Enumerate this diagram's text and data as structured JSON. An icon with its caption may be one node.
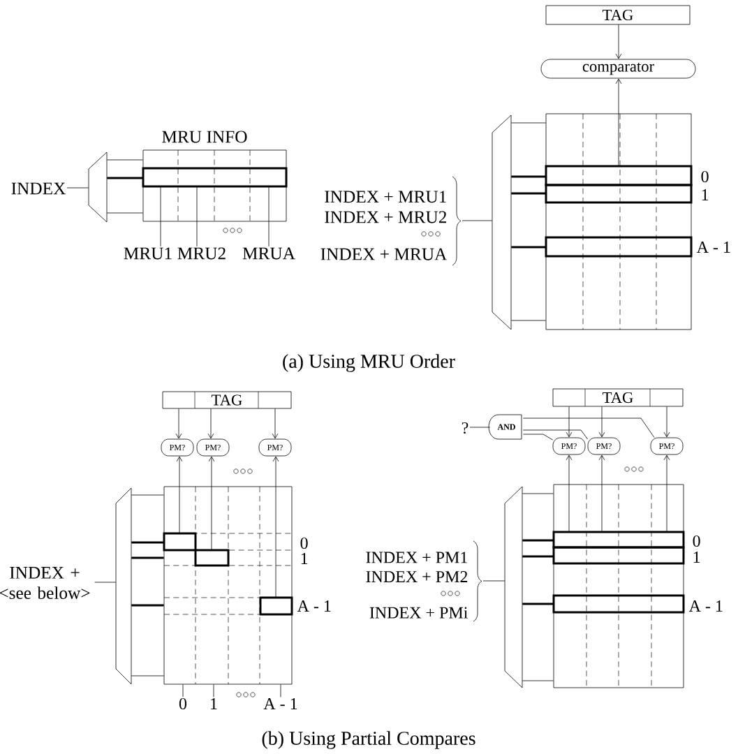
{
  "diagram": {
    "nodes": [
      {
        "text": [
          "INDEX"
        ]
      },
      {
        "text": [],
        "shape": "trapezoid"
      },
      {
        "text": [
          "MRU INFO"
        ]
      },
      {
        "text": [
          "MRU1"
        ]
      },
      {
        "text": [
          "MRU2"
        ]
      },
      {
        "text": [
          "MRUA"
        ]
      },
      {
        "text": [
          "TAG"
        ]
      },
      {
        "text": [
          "comparator"
        ]
      },
      {
        "text": [],
        "shape": "box",
        "beside": [
          "0",
          "1",
          "A - 1"
        ]
      },
      {
        "text": [],
        "shape": "trapezoid"
      },
      {
        "text": [
          "INDEX + MRU1",
          "INDEX + MRU2",
          "INDEX + MRUA"
        ]
      },
      {
        "text": [
          "TAG"
        ]
      },
      {
        "text": [
          "PM?"
        ]
      },
      {
        "text": [
          "PM?"
        ]
      },
      {
        "text": [
          "PM?"
        ]
      },
      {
        "text": [],
        "shape": "box",
        "beside": [
          "0",
          "1",
          "A - 1"
        ]
      },
      {
        "text": [],
        "shape": "trapezoid"
      },
      {
        "text": [
          "INDEX + <see below>"
        ]
      },
      {
        "text": [
          "0"
        ]
      },
      {
        "text": [
          "1"
        ]
      },
      {
        "text": [
          "A - 1"
        ]
      },
      {
        "text": [
          "?"
        ]
      },
      {
        "text": [
          "AND"
        ]
      },
      {
        "text": [
          "TAG"
        ]
      },
      {
        "text": [
          "PM?"
        ]
      },
      {
        "text": [
          "PM?"
        ]
      },
      {
        "text": [
          "PM?"
        ]
      },
      {
        "text": [],
        "shape": "box",
        "beside": [
          "0",
          "1",
          "A - 1"
        ]
      },
      {
        "text": [],
        "shape": "trapezoid"
      },
      {
        "text": [
          "INDEX + PM1",
          "INDEX + PM2",
          "INDEX + PMi"
        ]
      }
    ],
    "edges": [
      {
        "from": 0,
        "to": 1,
        "arrow": "none"
      },
      {
        "from": 1,
        "to": 2,
        "arrow": "none"
      },
      {
        "from": 1,
        "to": 2,
        "arrow": "none",
        "style": "thick"
      },
      {
        "from": 1,
        "to": 2,
        "arrow": "none"
      },
      {
        "from": 3,
        "to": 2,
        "arrow": "none"
      },
      {
        "from": 4,
        "to": 2,
        "arrow": "none"
      },
      {
        "from": 5,
        "to": 2,
        "arrow": "none"
      },
      {
        "from": 6,
        "to": 7,
        "arrow": "to"
      },
      {
        "from": 8,
        "to": 7,
        "arrow": "to"
      },
      {
        "from": 9,
        "to": 8,
        "arrow": "none"
      },
      {
        "from": 9,
        "to": 8,
        "arrow": "none",
        "style": "thick"
      },
      {
        "from": 9,
        "to": 8,
        "arrow": "none",
        "style": "thick"
      },
      {
        "from": 9,
        "to": 8,
        "arrow": "none",
        "style": "thick"
      },
      {
        "from": 9,
        "to": 8,
        "arrow": "none"
      },
      {
        "from": 10,
        "to": 9,
        "arrow": "none"
      },
      {
        "from": 11,
        "to": 12,
        "arrow": "to"
      },
      {
        "from": 11,
        "to": 13,
        "arrow": "to"
      },
      {
        "from": 11,
        "to": 14,
        "arrow": "to"
      },
      {
        "from": 15,
        "to": 12,
        "arrow": "to"
      },
      {
        "from": 15,
        "to": 13,
        "arrow": "to"
      },
      {
        "from": 15,
        "to": 14,
        "arrow": "to"
      },
      {
        "from": 16,
        "to": 15,
        "arrow": "none"
      },
      {
        "from": 16,
        "to": 15,
        "arrow": "none",
        "style": "thick"
      },
      {
        "from": 16,
        "to": 15,
        "arrow": "none",
        "style": "thick"
      },
      {
        "from": 16,
        "to": 15,
        "arrow": "none",
        "style": "thick"
      },
      {
        "from": 16,
        "to": 15,
        "arrow": "none"
      },
      {
        "from": 17,
        "to": 16,
        "arrow": "none"
      },
      {
        "from": 18,
        "to": 15,
        "arrow": "none"
      },
      {
        "from": 19,
        "to": 15,
        "arrow": "none"
      },
      {
        "from": 20,
        "to": 15,
        "arrow": "none"
      },
      {
        "from": 21,
        "to": 22,
        "arrow": "none"
      },
      {
        "from": 22,
        "to": 24,
        "arrow": "none"
      },
      {
        "from": 22,
        "to": 25,
        "arrow": "none"
      },
      {
        "from": 22,
        "to": 26,
        "arrow": "none"
      },
      {
        "from": 23,
        "to": 24,
        "arrow": "to"
      },
      {
        "from": 23,
        "to": 25,
        "arrow": "to"
      },
      {
        "from": 23,
        "to": 26,
        "arrow": "to"
      },
      {
        "from": 27,
        "to": 24,
        "arrow": "to"
      },
      {
        "from": 27,
        "to": 25,
        "arrow": "to"
      },
      {
        "from": 27,
        "to": 26,
        "arrow": "to"
      },
      {
        "from": 28,
        "to": 27,
        "arrow": "none"
      },
      {
        "from": 28,
        "to": 27,
        "arrow": "none",
        "style": "thick"
      },
      {
        "from": 28,
        "to": 27,
        "arrow": "none",
        "style": "thick"
      },
      {
        "from": 28,
        "to": 27,
        "arrow": "none",
        "style": "thick"
      },
      {
        "from": 28,
        "to": 27,
        "arrow": "none"
      },
      {
        "from": 29,
        "to": 28,
        "arrow": "none"
      }
    ],
    "labels": [
      "(a) Using MRU Order",
      "(b) Using Partial Compares"
    ]
  }
}
